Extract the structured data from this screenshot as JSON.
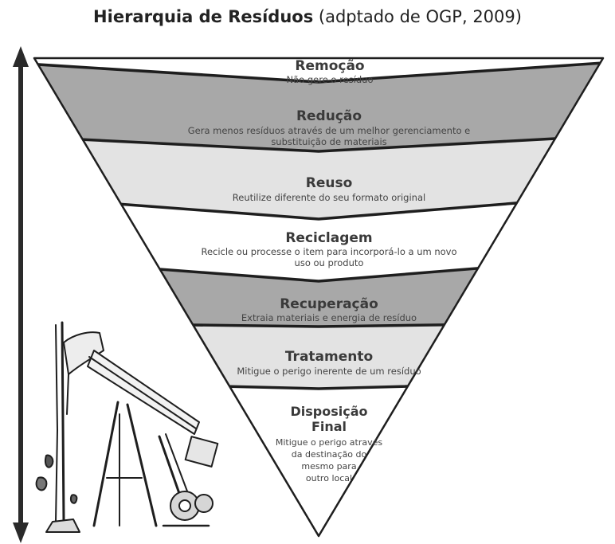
{
  "title": {
    "bold": "Hierarquia de Resíduos",
    "rest": " (adptado de OGP, 2009)"
  },
  "levels": [
    {
      "name": "Remoção",
      "desc": [
        "Não gere o resíduo"
      ],
      "color": "#ffffff"
    },
    {
      "name": "Redução",
      "desc": [
        "Gera menos resíduos através de um melhor gerenciamento e",
        "substituição de materiais"
      ],
      "color": "#a8a8a8"
    },
    {
      "name": "Reuso",
      "desc": [
        "Reutilize diferente do seu formato original"
      ],
      "color": "#e3e3e3"
    },
    {
      "name": "Reciclagem",
      "desc": [
        "Recicle ou processe o item para incorporá-lo a um novo",
        "uso ou produto"
      ],
      "color": "#ffffff"
    },
    {
      "name": "Recuperação",
      "desc": [
        "Extraia materiais e energia de resíduo"
      ],
      "color": "#a8a8a8"
    },
    {
      "name": "Tratamento",
      "desc": [
        "Mitigue o perigo inerente de um resíduo"
      ],
      "color": "#e3e3e3"
    },
    {
      "name": "Disposição",
      "name2": "Final",
      "desc": [
        "Mitigue o perigo através",
        "da destinação do",
        "mesmo para",
        "outro local"
      ],
      "color": "#ffffff"
    }
  ],
  "icons": {
    "arrow": "double-headed-vertical-arrow-icon",
    "pump": "oil-pumpjack-icon"
  }
}
